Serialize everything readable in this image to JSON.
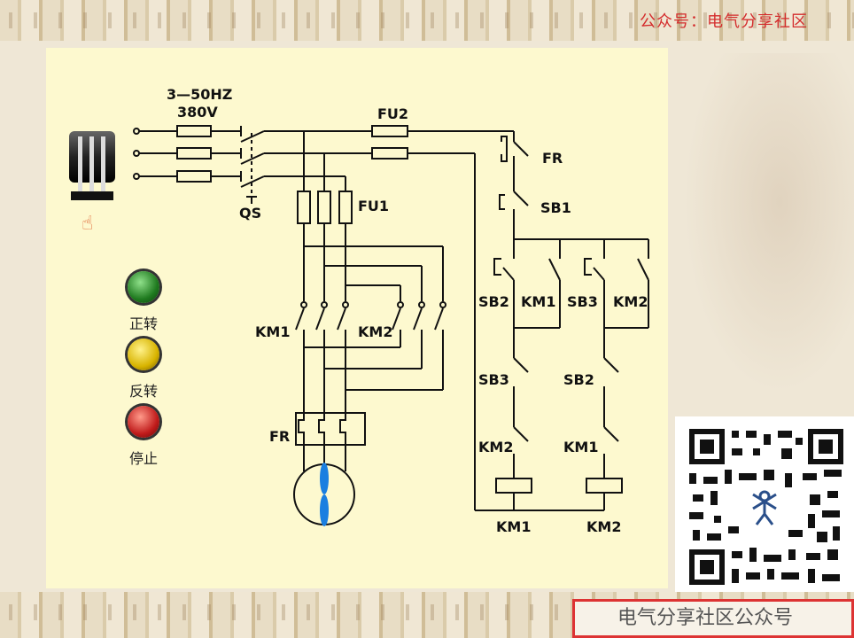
{
  "header": {
    "watermark": "公众号：电气分享社区"
  },
  "footer": {
    "watermark": "电气分享社区公众号"
  },
  "supply": {
    "phases": "3—50HZ",
    "voltage": "380V"
  },
  "labels": {
    "qs": "QS",
    "fu1": "FU1",
    "fu2": "FU2",
    "fr_main": "FR",
    "fr_control": "FR",
    "km1_main": "KM1",
    "km2_main": "KM2",
    "sb1": "SB1",
    "sb2_a": "SB2",
    "km1_a": "KM1",
    "sb3_a": "SB3",
    "km2_a": "KM2",
    "sb3_b": "SB3",
    "sb2_b": "SB2",
    "km2_b": "KM2",
    "km1_b": "KM1",
    "coil_km1": "KM1",
    "coil_km2": "KM2"
  },
  "indicators": [
    {
      "label": "正转",
      "color": "#1f7a1f"
    },
    {
      "label": "反转",
      "color": "#d8b400"
    },
    {
      "label": "停止",
      "color": "#c01b1b"
    }
  ],
  "icons": {
    "switch": "knife-switch-icon",
    "hand": "pointing-hand-icon",
    "qr": "qr-code-icon"
  }
}
